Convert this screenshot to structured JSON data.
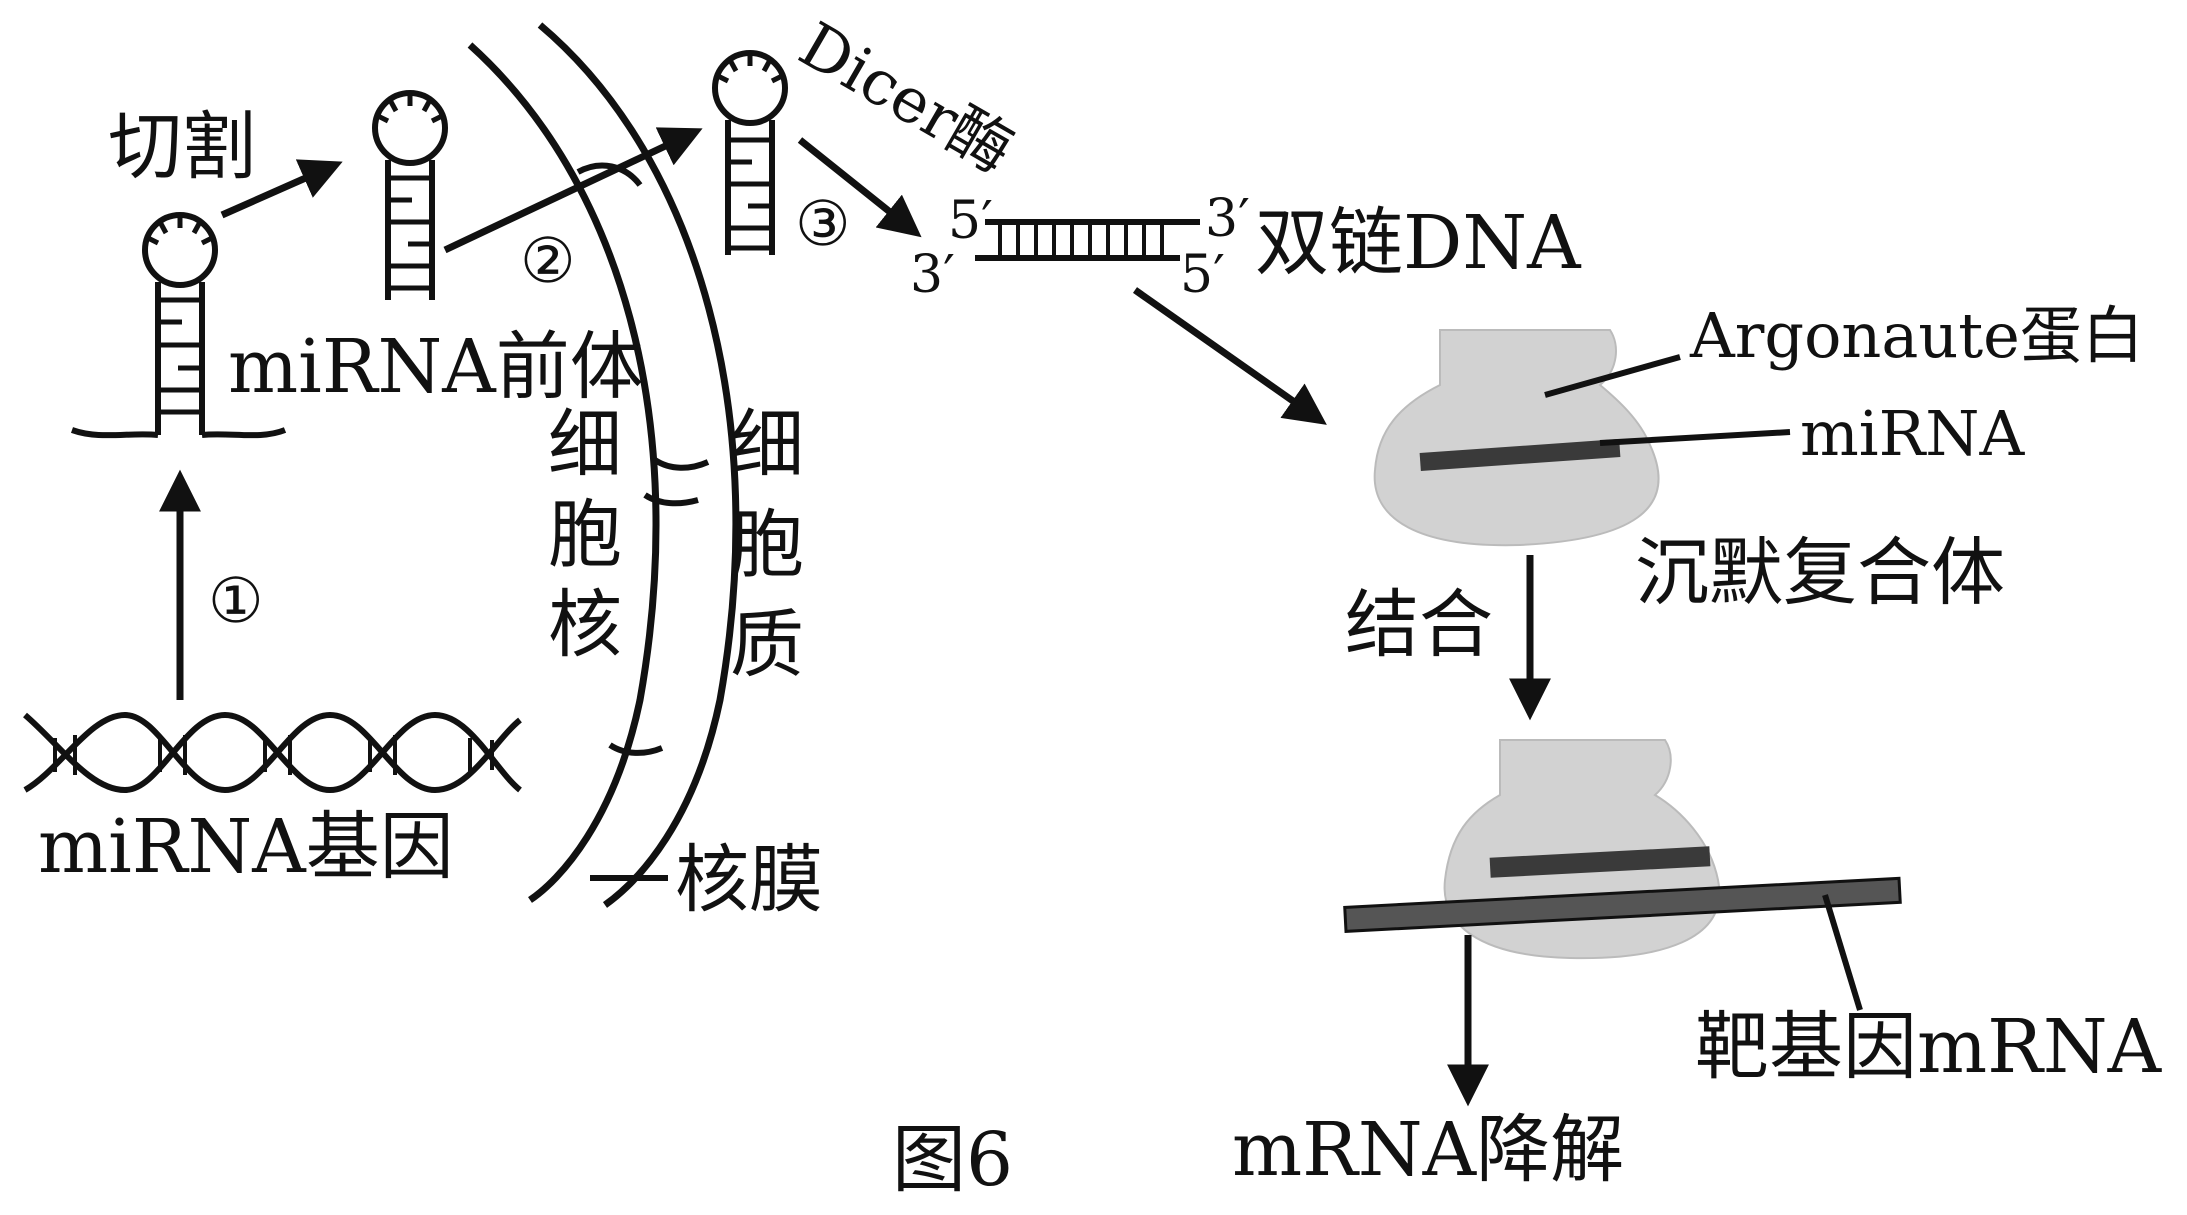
{
  "labels": {
    "cut": "切割",
    "pre_mirna": "miRNA前体",
    "mirna_gene": "miRNA基因",
    "step1": "①",
    "step2": "②",
    "step3": "③",
    "nucleus": "细胞核",
    "cytoplasm": "细胞质",
    "nuclear_membrane": "核膜",
    "dicer": "Dicer酶",
    "ds_dna": "双链DNA",
    "argonaute": "Argonaute蛋白",
    "mirna": "miRNA",
    "silencing_complex": "沉默复合体",
    "bind": "结合",
    "target_mrna": "靶基因mRNA",
    "mrna_degradation": "mRNA降解",
    "figure_caption": "图6"
  },
  "strand_ends": {
    "top_left": "5′",
    "top_right": "3′",
    "bottom_left": "3′",
    "bottom_right": "5′"
  },
  "colors": {
    "line": "#111111",
    "protein": "#cfcfcf",
    "protein_dark": "#bdbdbd",
    "rna_bar": "#3a3a3a",
    "mrna_bar": "#555555"
  }
}
